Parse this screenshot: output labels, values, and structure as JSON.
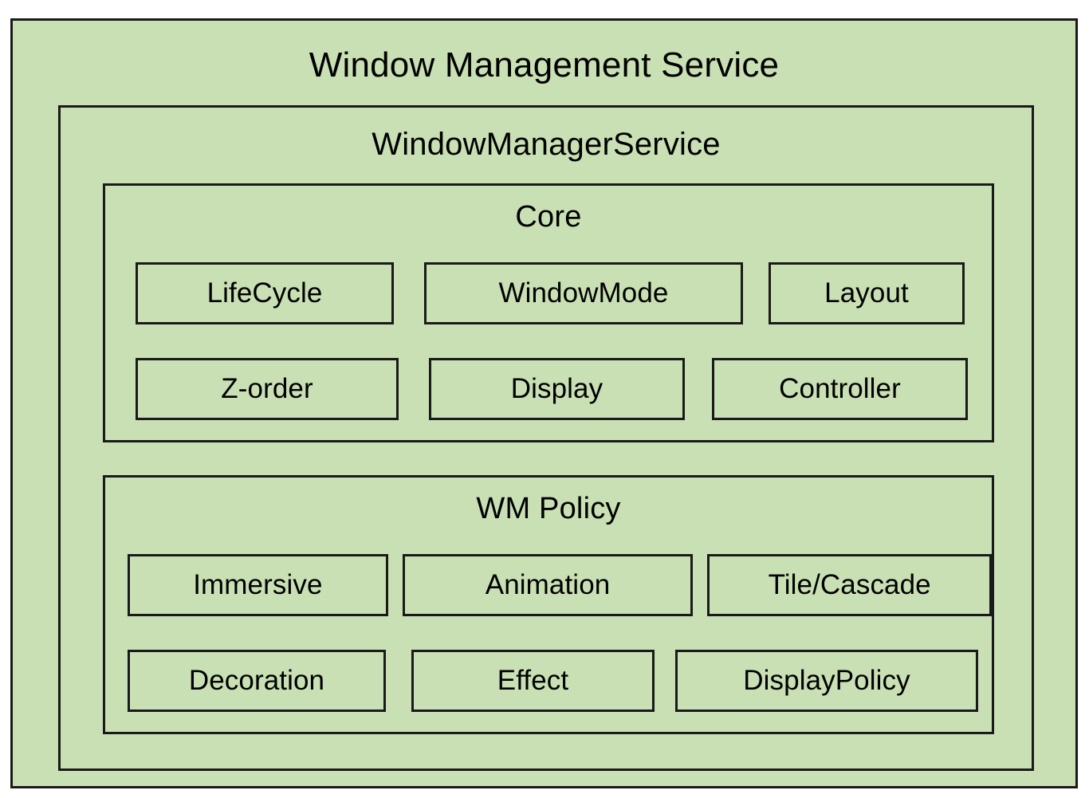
{
  "diagram": {
    "title": "Window Management Service",
    "fill_color": "#c9e0b4",
    "border_color": "#1a1a1a",
    "text_color": "#000000",
    "service": {
      "title": "WindowManagerService",
      "groups": [
        {
          "title": "Core",
          "rows": [
            [
              {
                "label": "LifeCycle"
              },
              {
                "label": "WindowMode"
              },
              {
                "label": "Layout"
              }
            ],
            [
              {
                "label": "Z-order"
              },
              {
                "label": "Display"
              },
              {
                "label": "Controller"
              }
            ]
          ]
        },
        {
          "title": "WM Policy",
          "rows": [
            [
              {
                "label": "Immersive"
              },
              {
                "label": "Animation"
              },
              {
                "label": "Tile/Cascade"
              }
            ],
            [
              {
                "label": "Decoration"
              },
              {
                "label": "Effect"
              },
              {
                "label": "DisplayPolicy"
              }
            ]
          ]
        }
      ]
    }
  }
}
